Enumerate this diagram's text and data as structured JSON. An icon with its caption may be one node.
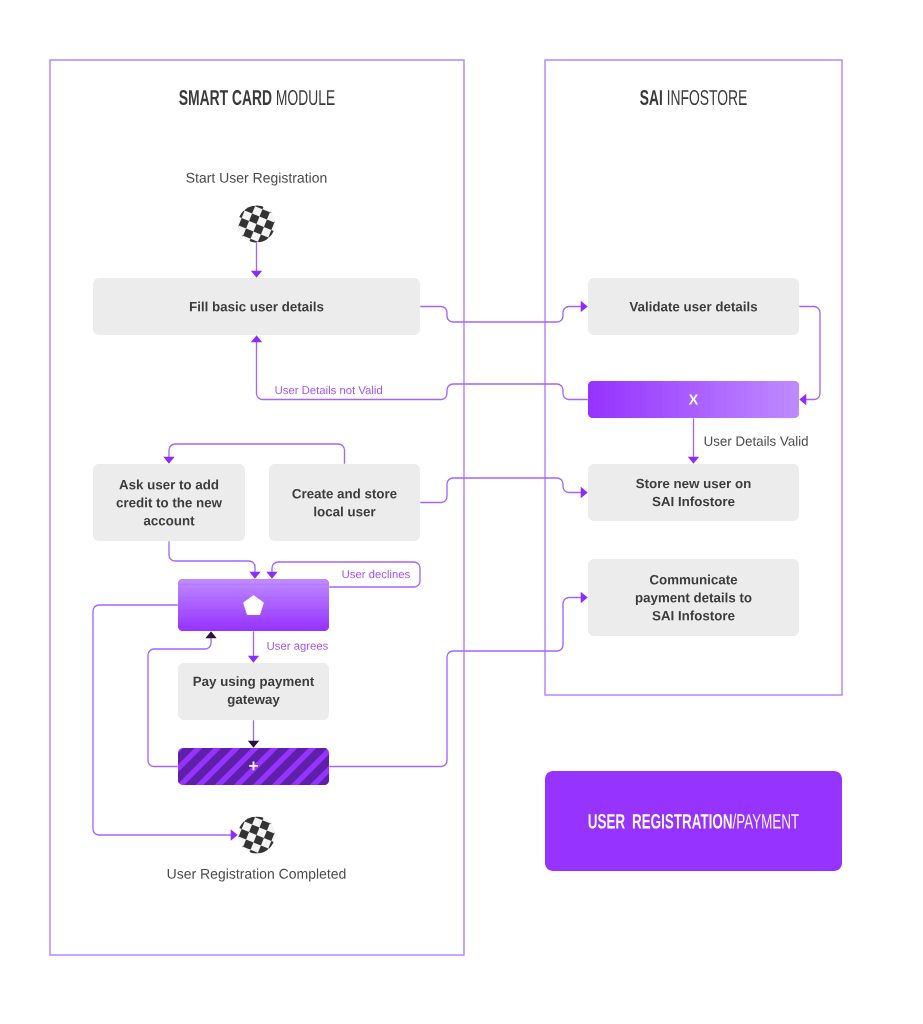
{
  "diagram": {
    "nodes": [
      {
        "text": [
          "**SMART CARD** MODULE"
        ]
      },
      {
        "text": [
          "**SAI** INFOSTORE"
        ]
      },
      {
        "text": [],
        "shape": "circle",
        "in": 0,
        "beside": [
          "Start User Registration"
        ]
      },
      {
        "text": [
          "Fill basic user details"
        ],
        "in": 0
      },
      {
        "text": [
          "Validate user details"
        ],
        "in": 1
      },
      {
        "text": [
          "X"
        ],
        "in": 1
      },
      {
        "text": [
          "Ask user to add credit to the new account"
        ],
        "in": 0
      },
      {
        "text": [
          "Create and store local user"
        ],
        "in": 0
      },
      {
        "text": [
          "Store new user on SAI Infostore"
        ],
        "in": 1
      },
      {
        "text": [],
        "shape": "box",
        "in": 0
      },
      {
        "text": [
          "Communicate payment details to SAI Infostore"
        ],
        "in": 1
      },
      {
        "text": [
          "Pay using payment gateway"
        ],
        "in": 0
      },
      {
        "text": [
          "+"
        ],
        "in": 0
      },
      {
        "text": [],
        "shape": "circle",
        "in": 0,
        "beside": [
          "User Registration Completed"
        ]
      },
      {
        "text": [
          "**USER REGISTRATION**/PAYMENT"
        ]
      }
    ],
    "edges": [
      {
        "from": 2,
        "to": 3,
        "arrow": "to"
      },
      {
        "from": 3,
        "to": 4,
        "arrow": "to"
      },
      {
        "from": 4,
        "to": 5,
        "arrow": "to"
      },
      {
        "from": 5,
        "to": 3,
        "arrow": "to",
        "label": "User Details not Valid"
      },
      {
        "from": 5,
        "to": 8,
        "arrow": "to",
        "label": "User Details Valid"
      },
      {
        "from": 7,
        "to": 8,
        "arrow": "to"
      },
      {
        "from": 7,
        "to": 6,
        "arrow": "to"
      },
      {
        "from": 6,
        "to": 9,
        "arrow": "to"
      },
      {
        "from": 9,
        "to": 9,
        "arrow": "to",
        "label": "User declines"
      },
      {
        "from": 9,
        "to": 11,
        "arrow": "to",
        "label": "User agrees"
      },
      {
        "from": 11,
        "to": 12,
        "arrow": "to"
      },
      {
        "from": 12,
        "to": 9,
        "arrow": "to"
      },
      {
        "from": 9,
        "to": 13,
        "arrow": "to"
      },
      {
        "from": 12,
        "to": 10,
        "arrow": "to"
      }
    ]
  }
}
